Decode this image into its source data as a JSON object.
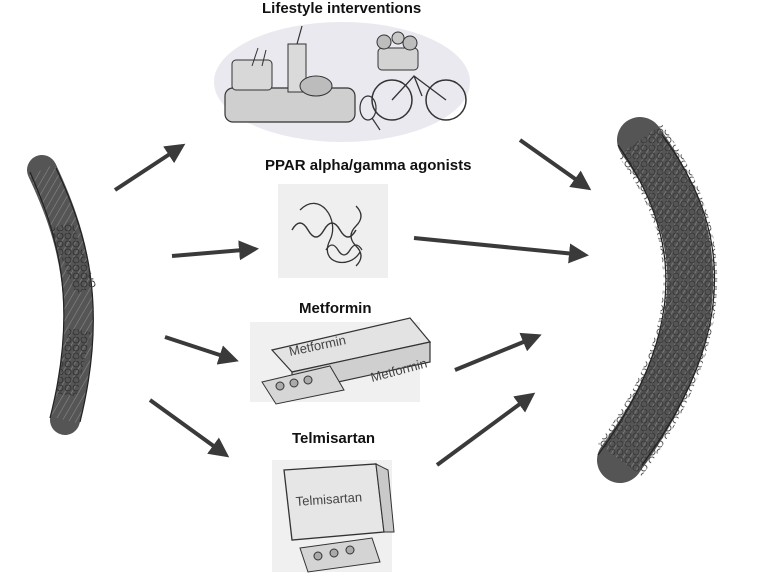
{
  "labels": {
    "lifestyle": "Lifestyle interventions",
    "ppar": "PPAR alpha/gamma agonists",
    "metformin": "Metformin",
    "telmisartan": "Telmisartan"
  },
  "package_text": {
    "metformin_box": "Metformin",
    "metformin_box_side": "Metformin",
    "telmisartan_box": "Telmisartan"
  },
  "colors": {
    "pencil": "#333333",
    "arrow": "#3a3a3a",
    "shade": "#9a9a9a"
  }
}
